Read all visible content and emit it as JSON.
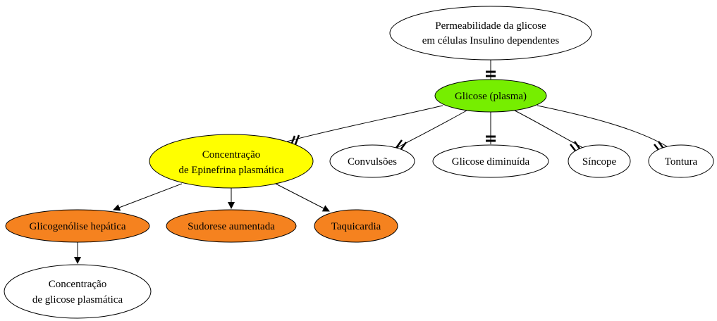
{
  "nodes": {
    "permeabilidade": {
      "line1": "Permeabilidade da glicose",
      "line2": "em células Insulino dependentes",
      "color": "#ffffff"
    },
    "glicose_plasma": {
      "label": "Glicose (plasma)",
      "color": "#76ee00"
    },
    "epinefrina": {
      "line1": "Concentração",
      "line2": "de Epinefrina plasmática",
      "color": "#ffff00"
    },
    "convulsoes": {
      "label": "Convulsões",
      "color": "#ffffff"
    },
    "glicose_diminuida": {
      "label": "Glicose diminuída",
      "color": "#ffffff"
    },
    "sincope": {
      "label": "Síncope",
      "color": "#ffffff"
    },
    "tontura": {
      "label": "Tontura",
      "color": "#ffffff"
    },
    "glicogenolise": {
      "label": "Glicogenólise hepática",
      "color": "#f5821f"
    },
    "sudorese": {
      "label": "Sudorese aumentada",
      "color": "#f5821f"
    },
    "taquicardia": {
      "label": "Taquicardia",
      "color": "#f5821f"
    },
    "glicose_plasmatica": {
      "line1": "Concentração",
      "line2": "de glicose plasmática",
      "color": "#ffffff"
    }
  },
  "edges": [
    {
      "from": "permeabilidade",
      "to": "glicose_plasma",
      "marker": "double-bar"
    },
    {
      "from": "glicose_plasma",
      "to": "epinefrina",
      "marker": "double-slash"
    },
    {
      "from": "glicose_plasma",
      "to": "convulsoes",
      "marker": "double-slash"
    },
    {
      "from": "glicose_plasma",
      "to": "glicose_diminuida",
      "marker": "double-bar"
    },
    {
      "from": "glicose_plasma",
      "to": "sincope",
      "marker": "double-slash"
    },
    {
      "from": "glicose_plasma",
      "to": "tontura",
      "marker": "double-slash"
    },
    {
      "from": "epinefrina",
      "to": "glicogenolise",
      "marker": "arrow"
    },
    {
      "from": "epinefrina",
      "to": "sudorese",
      "marker": "arrow"
    },
    {
      "from": "epinefrina",
      "to": "taquicardia",
      "marker": "arrow"
    },
    {
      "from": "glicogenolise",
      "to": "glicose_plasmatica",
      "marker": "arrow"
    }
  ]
}
